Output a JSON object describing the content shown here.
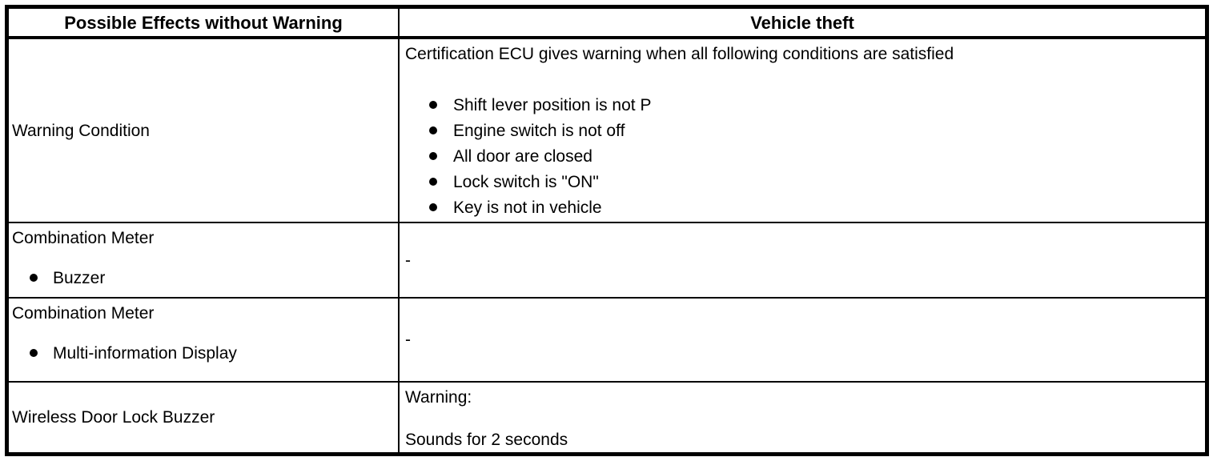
{
  "table": {
    "header": {
      "col1": "Possible Effects without Warning",
      "col2": "Vehicle theft"
    },
    "rows": [
      {
        "label": "Warning Condition",
        "value_intro": "Certification ECU gives warning when all following conditions are satisfied",
        "value_bullets": [
          "Shift lever position is not P",
          "Engine switch is not off",
          "All door are closed",
          "Lock switch is \"ON\"",
          "Key is not in vehicle"
        ]
      },
      {
        "label": "Combination Meter",
        "label_bullet": "Buzzer",
        "value": "-"
      },
      {
        "label": "Combination Meter",
        "label_bullet": "Multi-information Display",
        "value": "-"
      },
      {
        "label": "Wireless Door Lock Buzzer",
        "value_line1": "Warning:",
        "value_line2": "Sounds for 2 seconds"
      }
    ],
    "colors": {
      "border": "#000000",
      "text": "#000000",
      "background": "#ffffff"
    }
  }
}
